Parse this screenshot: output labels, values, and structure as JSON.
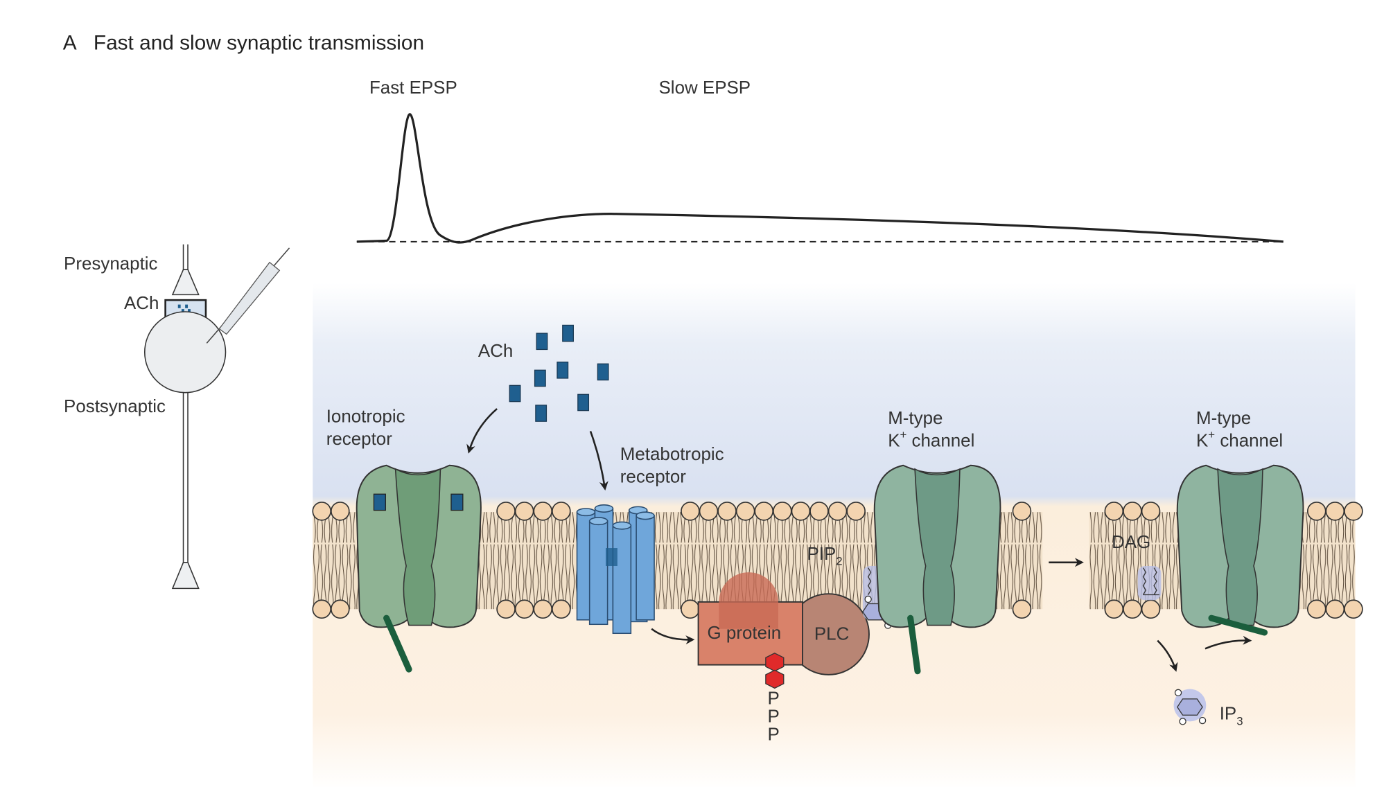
{
  "panel": {
    "letter": "A",
    "title": "Fast and slow synaptic transmission"
  },
  "trace": {
    "fast_label": "Fast EPSP",
    "slow_label": "Slow EPSP"
  },
  "neuron": {
    "presynaptic": "Presynaptic",
    "ach": "ACh",
    "postsynaptic": "Postsynaptic"
  },
  "labels": {
    "ach": "ACh",
    "ionotropic_1": "Ionotropic",
    "ionotropic_2": "receptor",
    "metabotropic_1": "Metabotropic",
    "metabotropic_2": "receptor",
    "mtype1_1": "M-type",
    "mtype1_k": "K",
    "mtype1_sup": "+",
    "mtype1_2": " channel",
    "mtype2_1": "M-type",
    "mtype2_k": "K",
    "mtype2_sup": "+",
    "mtype2_2": " channel",
    "gprotein": "G protein",
    "plc": "PLC",
    "pip": "PIP",
    "pip_sub": "2",
    "dag": "DAG",
    "ip": "IP",
    "ip_sub": "3",
    "p1": "P",
    "p2": "P",
    "p3": "P"
  },
  "colors": {
    "channel_green": "#8fb4a0",
    "ionotropic_green": "#86ad8c",
    "ach_blue": "#1f5f8f",
    "receptor_blue": "#6fa6da",
    "gprotein": "#d9826a",
    "plc": "#b88574",
    "phosphate_red": "#e02a2a",
    "extracellular": "#dbe3f1",
    "intracellular": "#fdf0e0"
  }
}
